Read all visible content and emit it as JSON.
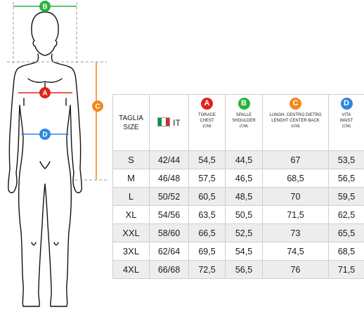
{
  "markers": {
    "A": {
      "label": "A",
      "color": "#e2231a"
    },
    "B": {
      "label": "B",
      "color": "#27b33a"
    },
    "C": {
      "label": "C",
      "color": "#f08a1c"
    },
    "D": {
      "label": "D",
      "color": "#2f86e0"
    }
  },
  "table": {
    "size_header": [
      "TAGLIA",
      "SIZE"
    ],
    "it_header": "IT",
    "flag_colors": [
      "#009246",
      "#ffffff",
      "#ce2b37"
    ],
    "columns": [
      {
        "marker": "A",
        "color": "#e2231a",
        "line1": "TORACE",
        "line2": "CHEST",
        "unit": "(CM)"
      },
      {
        "marker": "B",
        "color": "#27b33a",
        "line1": "SPALLE",
        "line2": "SHOULDER",
        "unit": "(CM)"
      },
      {
        "marker": "C",
        "color": "#f08a1c",
        "line1": "LUNGH. CENTRO DIETRO",
        "line2": "LENGHT CENTER BACK",
        "unit": "(CM)"
      },
      {
        "marker": "D",
        "color": "#2f86e0",
        "line1": "VITA",
        "line2": "WAIST",
        "unit": "(CM)"
      }
    ],
    "rows": [
      {
        "size": "S",
        "it": "42/44",
        "chest": "54,5",
        "shoulder": "44,5",
        "length": "67",
        "waist": "53,5"
      },
      {
        "size": "M",
        "it": "46/48",
        "chest": "57,5",
        "shoulder": "46,5",
        "length": "68,5",
        "waist": "56,5"
      },
      {
        "size": "L",
        "it": "50/52",
        "chest": "60,5",
        "shoulder": "48,5",
        "length": "70",
        "waist": "59,5"
      },
      {
        "size": "XL",
        "it": "54/56",
        "chest": "63,5",
        "shoulder": "50,5",
        "length": "71,5",
        "waist": "62,5"
      },
      {
        "size": "XXL",
        "it": "58/60",
        "chest": "66,5",
        "shoulder": "52,5",
        "length": "73",
        "waist": "65,5"
      },
      {
        "size": "3XL",
        "it": "62/64",
        "chest": "69,5",
        "shoulder": "54,5",
        "length": "74,5",
        "waist": "68,5"
      },
      {
        "size": "4XL",
        "it": "66/68",
        "chest": "72,5",
        "shoulder": "56,5",
        "length": "76",
        "waist": "71,5"
      }
    ]
  }
}
